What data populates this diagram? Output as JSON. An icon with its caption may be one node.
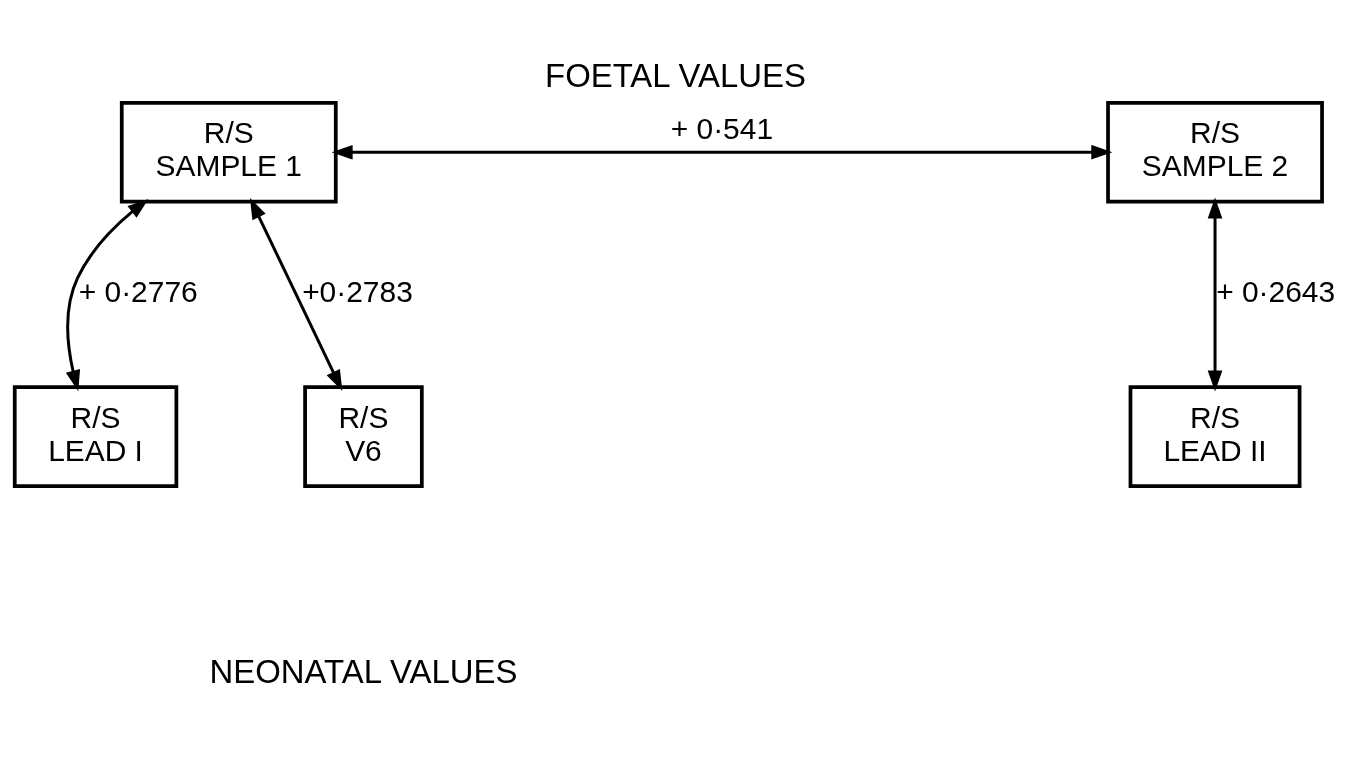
{
  "diagram": {
    "title": "FOETAL VALUES",
    "caption": "NEONATAL VALUES",
    "nodes": [
      {
        "text": [
          "R/S SAMPLE 1"
        ]
      },
      {
        "text": [
          "R/S SAMPLE 2"
        ]
      },
      {
        "text": [
          "R/S LEAD I"
        ]
      },
      {
        "text": [
          "R/S V6"
        ]
      },
      {
        "text": [
          "R/S LEAD II"
        ]
      }
    ],
    "edges": [
      {
        "from": 0,
        "to": 1,
        "arrow": "both",
        "label": "+ 0·541"
      },
      {
        "from": 0,
        "to": 2,
        "arrow": "both",
        "label": "+ 0·2776"
      },
      {
        "from": 0,
        "to": 3,
        "arrow": "both",
        "label": "+0·2783"
      },
      {
        "from": 1,
        "to": 4,
        "arrow": "both",
        "label": "+ 0·2643"
      }
    ]
  }
}
